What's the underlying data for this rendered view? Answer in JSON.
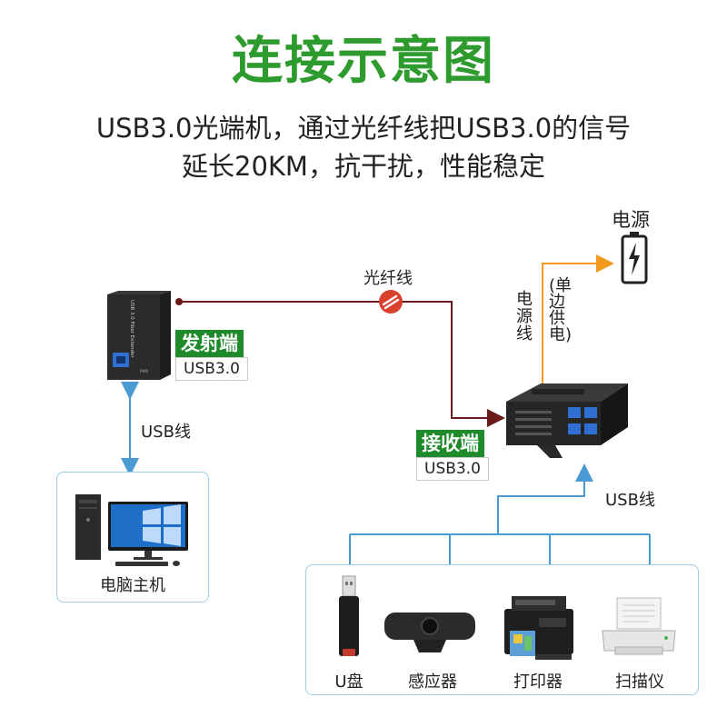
{
  "title": "连接示意图",
  "subtitle_line1": "USB3.0光端机，通过光纤线把USB3.0的信号",
  "subtitle_line2": "延长20KM，抗干扰，性能稳定",
  "power": {
    "label": "电源",
    "cable_label": "电源线",
    "single_side": "(单边供电)"
  },
  "fiber_label": "光纤线",
  "transmitter": {
    "label": "发射端",
    "port": "USB3.0",
    "print_text": "USB 3.0 Fiber Extender"
  },
  "receiver": {
    "label": "接收端",
    "port": "USB3.0"
  },
  "usb_cable_left": "USB线",
  "usb_cable_right": "USB线",
  "host": {
    "label": "电脑主机"
  },
  "devices": [
    {
      "label": "U盘",
      "icon": "usb-drive-icon"
    },
    {
      "label": "感应器",
      "icon": "sensor-icon"
    },
    {
      "label": "打印器",
      "icon": "printer-icon"
    },
    {
      "label": "扫描仪",
      "icon": "scanner-icon"
    }
  ],
  "colors": {
    "title_green": "#2e9b2e",
    "label_green": "#1f8a2a",
    "fiber": "#6b1a1a",
    "power_arrow": "#f39a1e",
    "usb_line": "#4a9ad4"
  }
}
